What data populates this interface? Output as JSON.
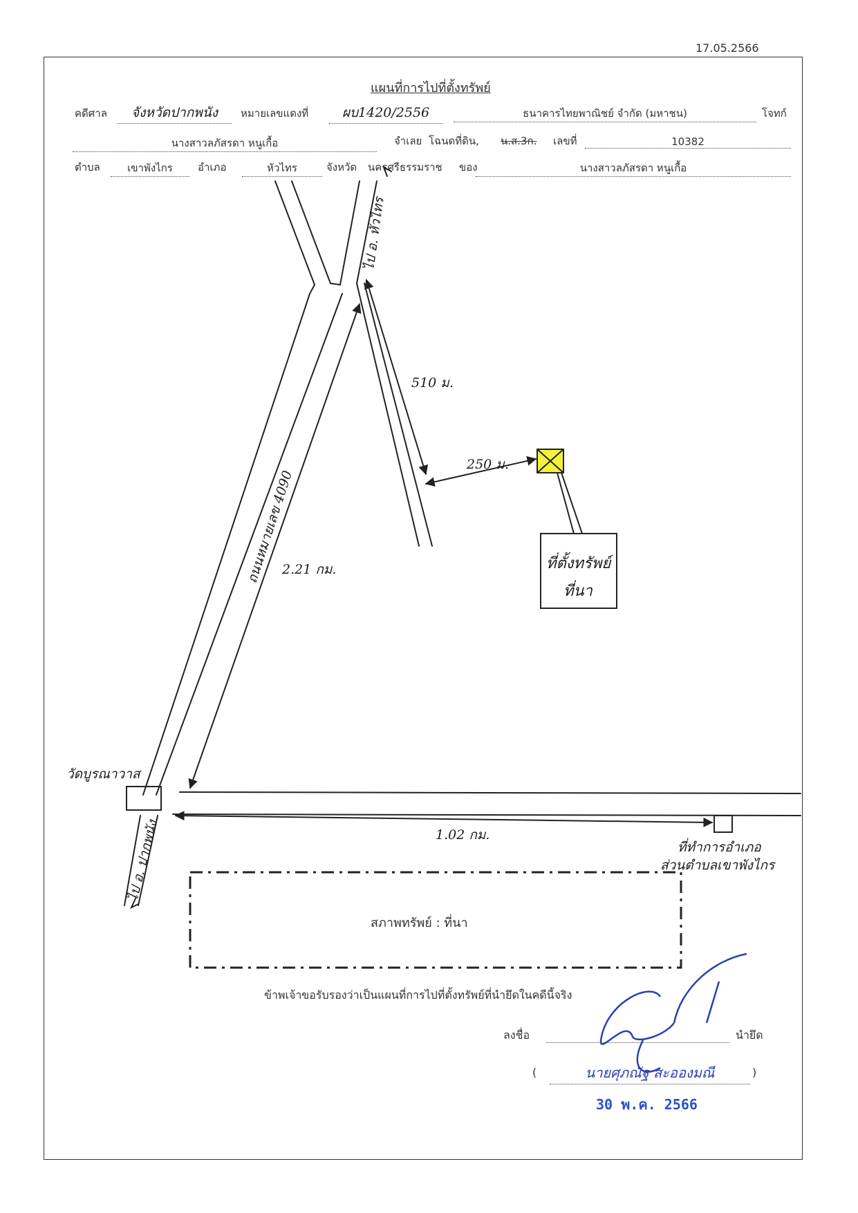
{
  "doc_date": "17.05.2566",
  "title": "แผนที่การไปที่ตั้งทรัพย์",
  "header": {
    "court_label": "คดีศาล",
    "court_value": "จังหวัดปากพนัง",
    "case_label": "หมายเลขแดงที่",
    "case_value": "ผบ1420/2556",
    "plaintiff_value": "ธนาคารไทยพาณิชย์ จำกัด (มหาชน)",
    "plaintiff_label": "โจทก์",
    "defendant_value": "นางสาวลภัสรดา หนูเกื้อ",
    "defendant_label": "จำเลย",
    "deed_label": "โฉนดที่ดิน,",
    "deed_strike": "น.ส.3ก.",
    "deed_no_label": "เลขที่",
    "deed_no": "10382",
    "subdistrict_label": "ตำบล",
    "subdistrict_value": "เขาพังไกร",
    "district_label": "อำเภอ",
    "district_value": "หัวไทร",
    "province_label": "จังหวัด",
    "province_value": "นครศรีธรรมราช",
    "owner_label": "ของ",
    "owner_value": "นางสาวลภัสรดา หนูเกื้อ"
  },
  "map": {
    "to_huasai": "ไป อ. หัวไทร",
    "road_name": "ถนนหมายเลข 4090",
    "dist_510": "510 ม.",
    "dist_250": "250 ม.",
    "dist_221": "2.21 กม.",
    "dist_102": "1.02 กม.",
    "property_line1": "ที่ตั้งทรัพย์",
    "property_line2": "ที่นา",
    "temple": "วัดบูรณาวาส",
    "to_pakphanang": "ไป อ. ปากพนัง",
    "office_line1": "ที่ทำการอำเภอ",
    "office_line2": "ส่วนตำบลเขาพังไกร"
  },
  "condition_text": "สภาพทรัพย์ : ที่นา",
  "certify_text": "ข้าพเจ้าขอรับรองว่าเป็นแผนที่การไปที่ตั้งทรัพย์ที่นำยึดในคดีนี้จริง",
  "sign_label": "ลงชื่อ",
  "sign_role": "นำยึด",
  "signer_open": "(",
  "signer_name": "นายศุภณัฐ สะอองมณี",
  "signer_close": ")",
  "stamp_date": "30 พ.ค. 2566",
  "colors": {
    "ink": "#1c1c1c",
    "pen_blue": "#2a3fb0",
    "stamp_blue": "#2b50c8",
    "marker_yellow": "#f2f23a"
  }
}
